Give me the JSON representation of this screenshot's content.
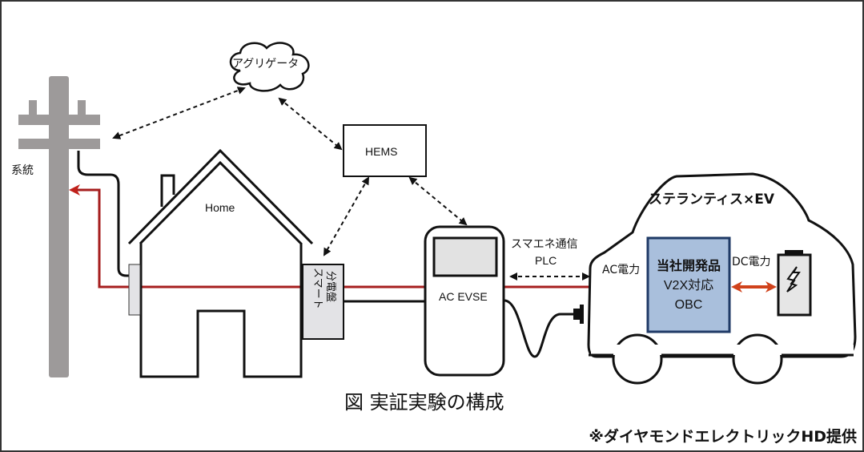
{
  "diagram": {
    "caption": "図  実証実験の構成",
    "credit": "※ダイヤモンドエレクトリックHD提供",
    "nodes": {
      "grid": {
        "label": "系統"
      },
      "aggregator": {
        "label": "アグリゲータ"
      },
      "hems": {
        "label": "HEMS"
      },
      "home": {
        "label": "Home"
      },
      "smart_panel": {
        "label_line1": "スマート",
        "label_line2": "分電盤"
      },
      "evse": {
        "label": "AC EVSE"
      },
      "ev": {
        "label": "ステランティス×EV"
      },
      "obc": {
        "line1": "当社開発品",
        "line2": "V2X対応",
        "line3": "OBC"
      },
      "battery": {
        "icon": "battery-lightning-icon"
      }
    },
    "links": {
      "plc": {
        "line1": "スマエネ通信",
        "line2": "PLC"
      },
      "ac_power": {
        "label": "AC電力"
      },
      "dc_power": {
        "label": "DC電力"
      }
    },
    "colors": {
      "power_line": "#a61e1e",
      "dc_arrow": "#d0421b",
      "obc_fill": "#a9bfdc",
      "obc_border": "#1f3a66",
      "pole": "#9d9a9a",
      "panel_fill": "#e3e3e6",
      "screen_fill": "#e2e2e2"
    }
  }
}
